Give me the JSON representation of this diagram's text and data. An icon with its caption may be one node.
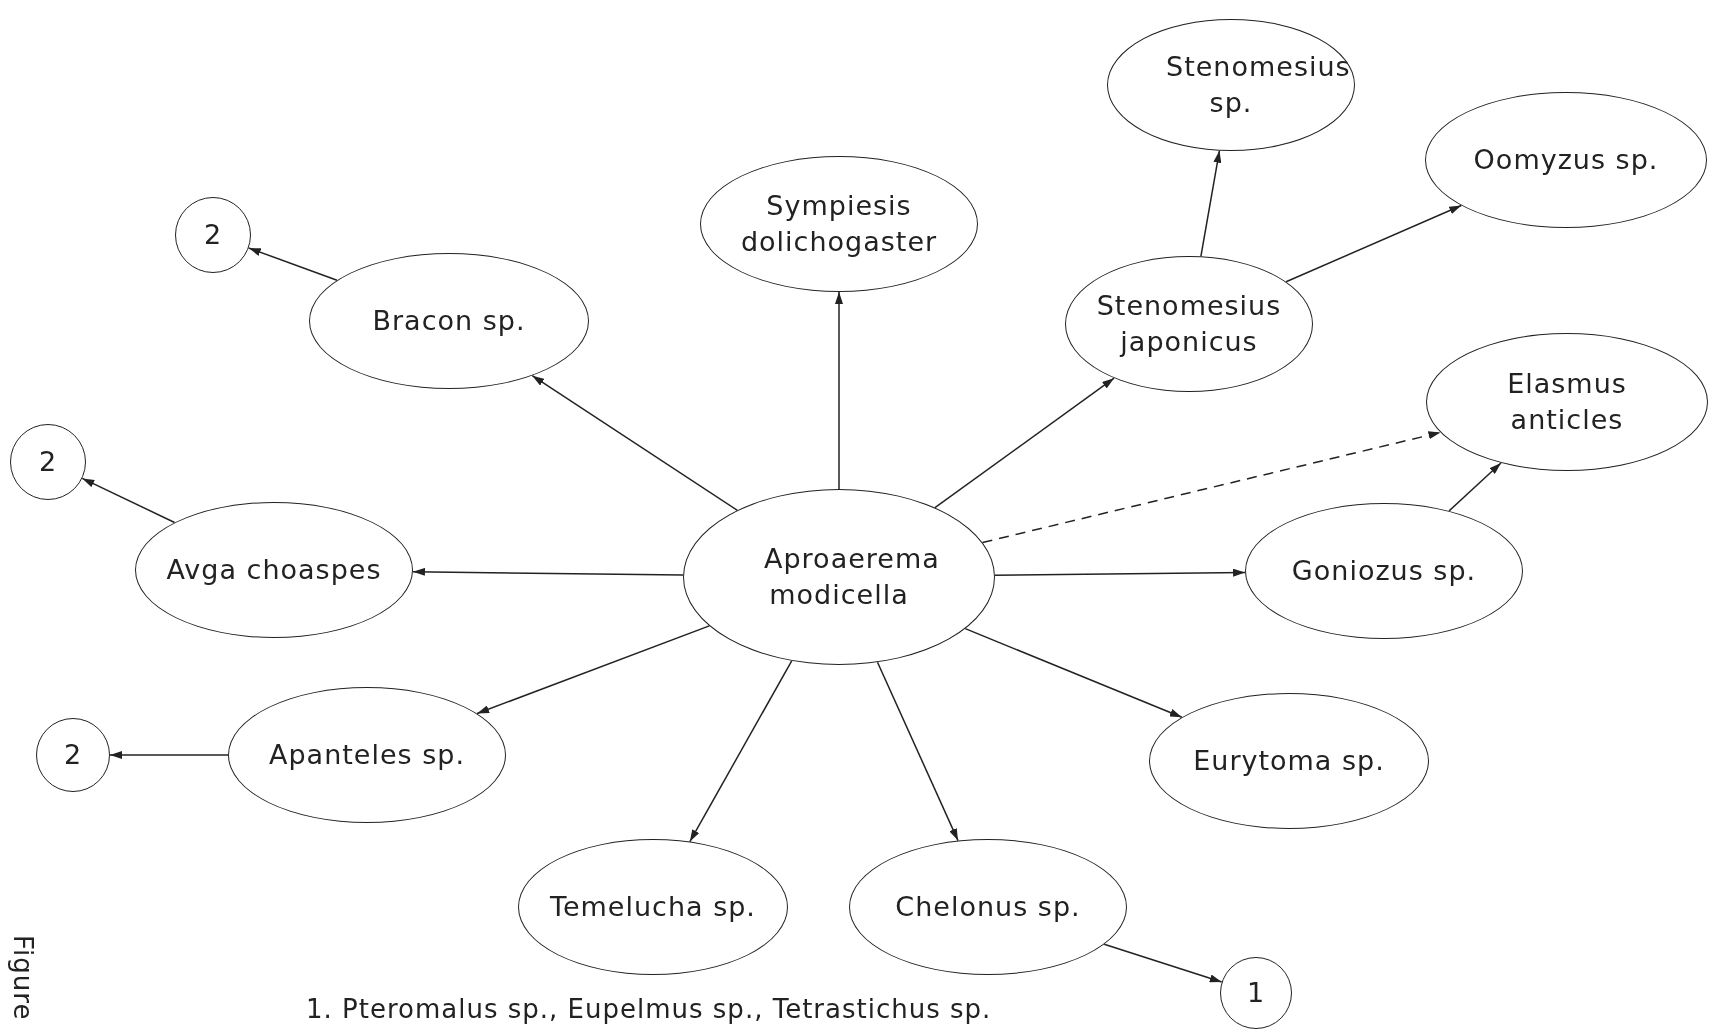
{
  "diagram": {
    "nodes": [
      {
        "text": [
          "Aproaerema modicella"
        ]
      },
      {
        "text": [
          "Stenomesius sp."
        ]
      },
      {
        "text": [
          "Oomyzus sp."
        ]
      },
      {
        "text": [
          "Sympiesis dolichogaster"
        ]
      },
      {
        "text": [
          "2"
        ]
      },
      {
        "text": [
          "Bracon sp."
        ]
      },
      {
        "text": [
          "Stenomesius japonicus"
        ]
      },
      {
        "text": [
          "Elasmus anticles"
        ]
      },
      {
        "text": [
          "2"
        ]
      },
      {
        "text": [
          "Avga choaspes"
        ]
      },
      {
        "text": [
          "Goniozus sp."
        ]
      },
      {
        "text": [
          "Apanteles sp."
        ]
      },
      {
        "text": [
          "2"
        ]
      },
      {
        "text": [
          "Eurytoma sp."
        ]
      },
      {
        "text": [
          "Temelucha sp."
        ]
      },
      {
        "text": [
          "Chelonus sp."
        ]
      },
      {
        "text": [
          "1"
        ]
      }
    ],
    "edges": [
      {
        "from": 0,
        "to": 3,
        "arrow": "to"
      },
      {
        "from": 0,
        "to": 5,
        "arrow": "to"
      },
      {
        "from": 0,
        "to": 6,
        "arrow": "to"
      },
      {
        "from": 0,
        "to": 7,
        "arrow": "to",
        "style": "dashed"
      },
      {
        "from": 0,
        "to": 9,
        "arrow": "to"
      },
      {
        "from": 0,
        "to": 10,
        "arrow": "to"
      },
      {
        "from": 0,
        "to": 11,
        "arrow": "to"
      },
      {
        "from": 0,
        "to": 13,
        "arrow": "to"
      },
      {
        "from": 0,
        "to": 14,
        "arrow": "to"
      },
      {
        "from": 0,
        "to": 15,
        "arrow": "to"
      },
      {
        "from": 6,
        "to": 1,
        "arrow": "to"
      },
      {
        "from": 6,
        "to": 2,
        "arrow": "to"
      },
      {
        "from": 10,
        "to": 7,
        "arrow": "to"
      },
      {
        "from": 5,
        "to": 4,
        "arrow": "to"
      },
      {
        "from": 9,
        "to": 8,
        "arrow": "to"
      },
      {
        "from": 11,
        "to": 12,
        "arrow": "to"
      },
      {
        "from": 15,
        "to": 16,
        "arrow": "to"
      }
    ],
    "labels": [
      "Figure",
      "1. Pteromalus sp., Eupelmus sp., Tetrastichus sp."
    ]
  }
}
